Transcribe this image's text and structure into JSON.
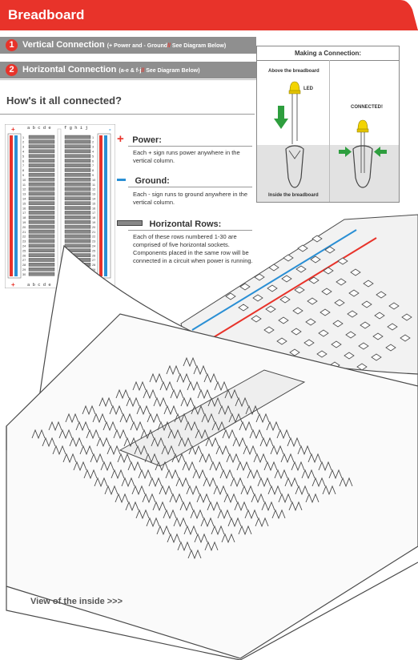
{
  "header": {
    "title": "Breadboard",
    "color": "#e8332a"
  },
  "bars": [
    {
      "number": "1",
      "label": "Vertical Connection",
      "detail_pre": "(+ Power and - Ground",
      "slash": "//",
      "detail_post": "See Diagram Below)"
    },
    {
      "number": "2",
      "label": "Horizontal Connection",
      "detail_pre": "(a-e & f-j",
      "slash": "//",
      "detail_post": "See Diagram Below)"
    }
  ],
  "section": {
    "heading": "How's it all connected?"
  },
  "board_letters": {
    "left": "a b c d e",
    "right": "f g h i j"
  },
  "legend": {
    "power": {
      "symbol": "+",
      "title": "Power:",
      "text": "Each + sign runs power anywhere in the vertical column."
    },
    "ground": {
      "symbol": "-",
      "title": "Ground:",
      "text": "Each - sign runs to ground anywhere in the vertical column."
    },
    "rows": {
      "title": "Horizontal Rows:",
      "text": "Each of these rows numbered 1-30 are comprised of five horizontal sockets. Components placed in the same row will be connected in a circuit when power is running."
    }
  },
  "inset": {
    "title": "Making a Connection:",
    "above": "Above the breadboard",
    "led": "LED",
    "connected": "CONNECTED!",
    "inside": "Inside the breadboard"
  },
  "caption": {
    "inside_view": "View of the inside >>>"
  },
  "colors": {
    "accent": "#e8332a",
    "power": "#e8332a",
    "ground": "#2a8fd4",
    "arrow": "#2e9e3e",
    "led": "#f3d400"
  }
}
